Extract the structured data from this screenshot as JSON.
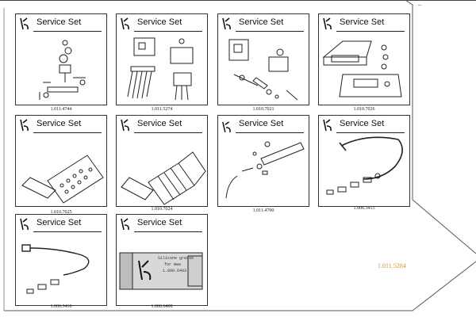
{
  "page": {
    "corner_mark": "_",
    "side_code": "1.011.5284"
  },
  "cards": [
    {
      "title": "Service Set",
      "code": "1.011.4744",
      "icon": "nozzle-valve-assembly-drawing"
    },
    {
      "title": "Service Set",
      "code": "1.011.5274",
      "icon": "valve-block-and-electrodes-drawing"
    },
    {
      "title": "Service Set",
      "code": "1.010.7021",
      "icon": "valve-block-and-spray-parts-drawing"
    },
    {
      "title": "Service Set",
      "code": "1.010.7026",
      "icon": "foot-control-drawing"
    },
    {
      "title": "Service Set",
      "code": "1.010.7025",
      "icon": "micromotor-perforated-drawing"
    },
    {
      "title": "Service Set",
      "code": "1.010.7024",
      "icon": "micromotor-coupling-drawing"
    },
    {
      "title": "Service Set",
      "code": "1.011.4790",
      "icon": "handpiece-tube-drawing"
    },
    {
      "title": "Service Set",
      "code": "1.006.3415",
      "icon": "hose-and-fittings-drawing"
    },
    {
      "title": "Service Set",
      "code": "1.006.3416",
      "icon": "cable-and-fittings-drawing"
    },
    {
      "title": "Service Set",
      "code": "1.000.6408",
      "icon": "silicone-grease-tube-drawing"
    }
  ],
  "tube": {
    "line1": "Silicone grease",
    "line2": "for mwa",
    "line3": "1.000.6403"
  }
}
